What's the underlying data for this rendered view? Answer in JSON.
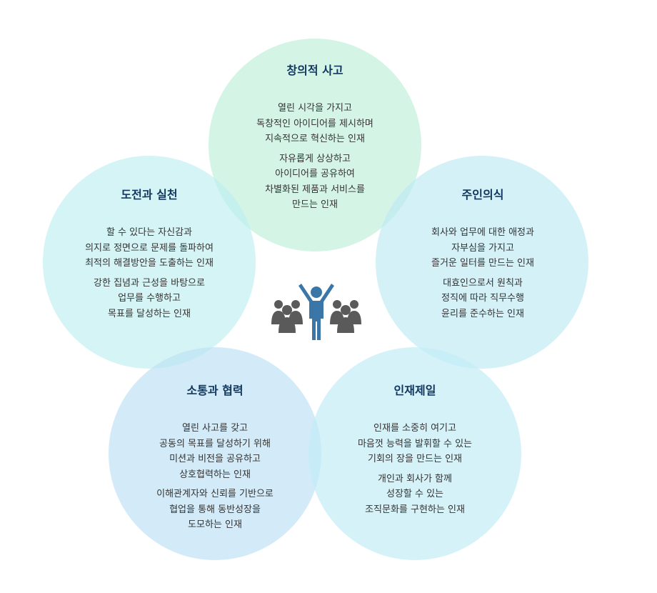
{
  "values": [
    {
      "title": "창의적 사고",
      "paragraphs": [
        [
          "열린 시각을 가지고",
          "독창적인 아이디어를 제시하며",
          "지속적으로 혁신하는 인재"
        ],
        [
          "자유롭게 상상하고",
          "아이디어를 공유하여",
          "차별화된 제품과 서비스를",
          "만드는 인재"
        ]
      ]
    },
    {
      "title": "도전과 실천",
      "paragraphs": [
        [
          "할 수 있다는 자신감과",
          "의지로 정면으로 문제를 돌파하여",
          "최적의 해결방안을 도출하는 인재"
        ],
        [
          "강한 집념과 근성을 바탕으로",
          "업무를 수행하고",
          "목표를 달성하는 인재"
        ]
      ]
    },
    {
      "title": "주인의식",
      "paragraphs": [
        [
          "회사와 업무에 대한 애정과",
          "자부심을 가지고",
          "즐거운 일터를 만드는 인재"
        ],
        [
          "대효인으로서 원칙과",
          "정직에 따라 직무수행",
          "윤리를 준수하는 인재"
        ]
      ]
    },
    {
      "title": "소통과 협력",
      "paragraphs": [
        [
          "열린 사고를 갖고",
          "공동의 목표를 달성하기 위해",
          "미션과 비전을 공유하고",
          "상호협력하는 인재"
        ],
        [
          "이해관계자와 신뢰를 기반으로",
          "협업을 통해 동반성장을",
          "도모하는 인재"
        ]
      ]
    },
    {
      "title": "인재제일",
      "paragraphs": [
        [
          "인재를 소중히 여기고",
          "마음껏 능력을 발휘할 수 있는",
          "기회의 장을 만드는 인재"
        ],
        [
          "개인과 회사가 함께",
          "성장할 수 있는",
          "조직문화를 구현하는 인재"
        ]
      ]
    }
  ],
  "center_icon": "team-leader-icon",
  "colors": {
    "title": "#12375f",
    "body_text": "#333333",
    "icon_leader": "#3a77a8",
    "icon_team": "#5a5a5a",
    "circle_top": "#c3f0dd",
    "circle_left": "#baeef0",
    "circle_right": "#bce8f4",
    "circle_bottom_left": "#bee2f5",
    "circle_bottom_right": "#c1ecf6"
  }
}
